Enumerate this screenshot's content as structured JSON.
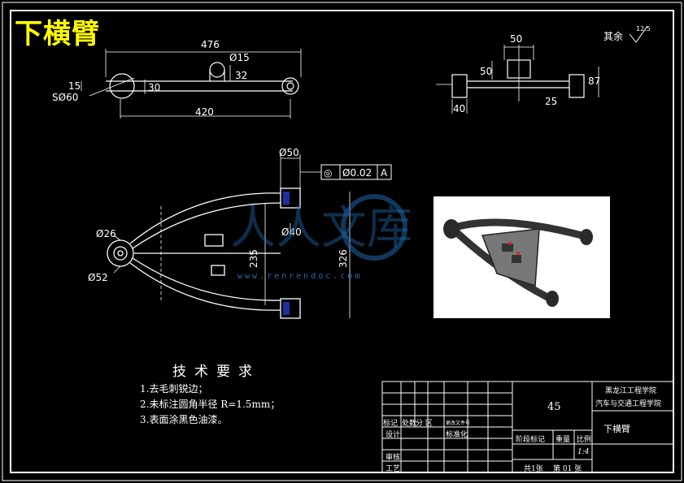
{
  "drawing": {
    "title": "下横臂",
    "surface_note_prefix": "其余",
    "surface_roughness": "12.5",
    "colors": {
      "frame": "#ffffff",
      "title": "#ffff00",
      "accent": "#1f66a8",
      "background": "#000000"
    }
  },
  "top_view": {
    "dims": [
      "476",
      "Ø15",
      "15",
      "32",
      "30",
      "SØ60",
      "420"
    ]
  },
  "side_view": {
    "dims": [
      "50",
      "50",
      "87",
      "40",
      "25"
    ]
  },
  "front_view": {
    "dims": [
      "Ø50",
      "Ø40",
      "Ø26",
      "Ø52",
      "235",
      "326"
    ],
    "tolerance": {
      "symbol": "◎",
      "value": "Ø0.02",
      "datum": "A"
    }
  },
  "watermark": {
    "text": "人人文库",
    "url": "www.renrendoc.com"
  },
  "tech_requirements": {
    "heading": "技术要求",
    "items": [
      "1.去毛刺锐边；",
      "2.未标注圆角半径 R=1.5mm；",
      "3.表面涂黑色油漆。"
    ]
  },
  "title_block": {
    "material": "45",
    "school": "黑龙江工程学院",
    "department": "汽车与交通工程学院",
    "part_name": "下横臂",
    "labels": {
      "mark": "标记",
      "count": "处数",
      "zone": "分 区",
      "change_doc": "更改文件号",
      "design": "设计",
      "standardize": "标准化",
      "review": "审核",
      "process": "工艺",
      "stage": "阶段标记",
      "weight": "重量",
      "scale": "比例"
    },
    "scale_value": "1:4",
    "sheets": "共1张",
    "sheet_no": "第 01 张"
  }
}
